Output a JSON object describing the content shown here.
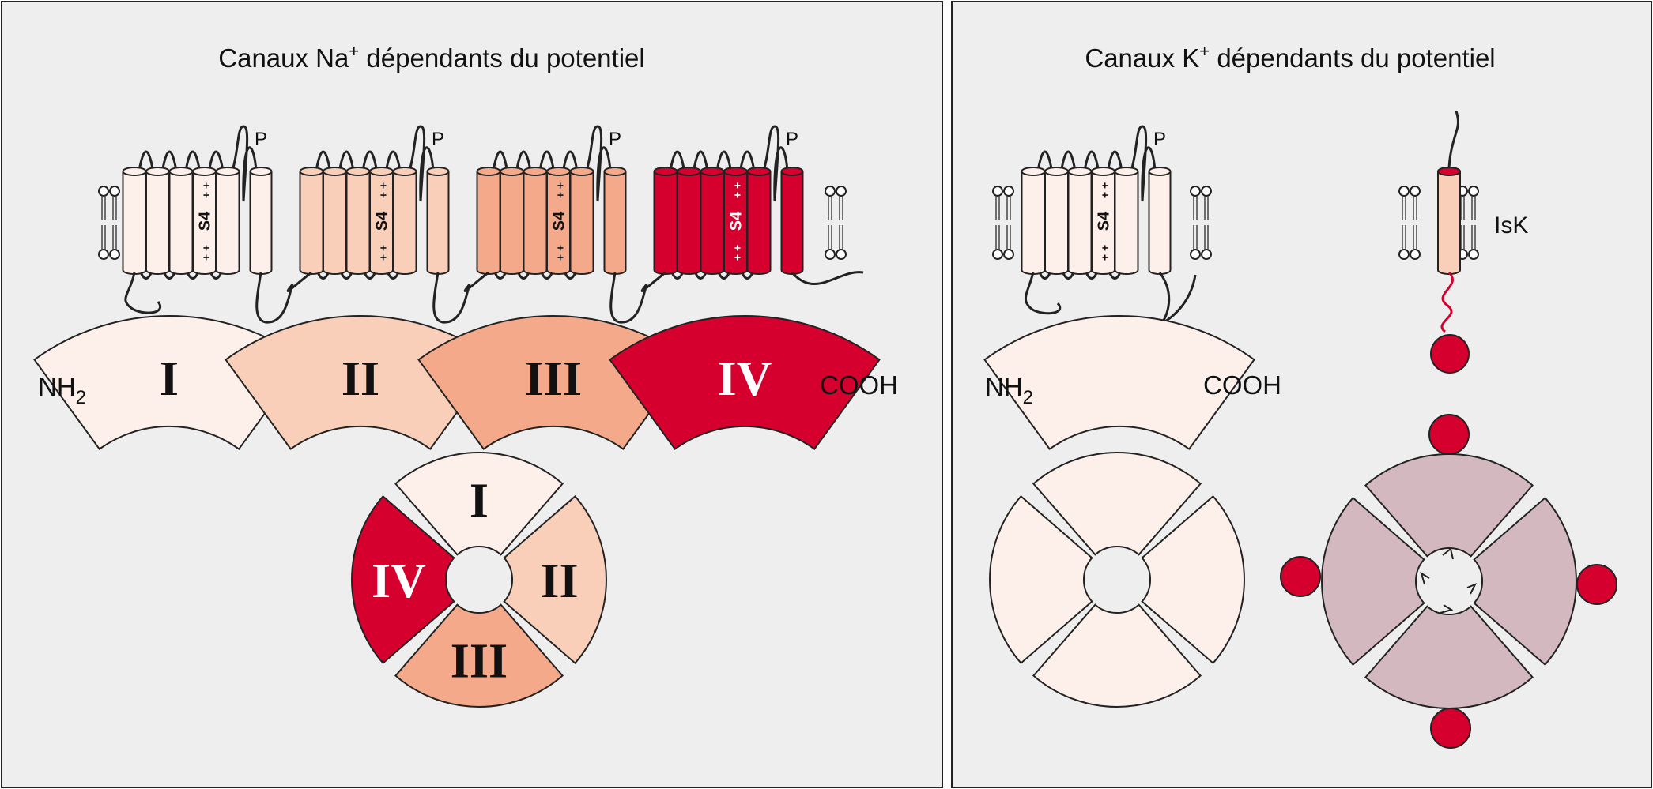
{
  "colors": {
    "panel_bg": "#eeeeee",
    "shade1": "#fdf0ea",
    "shade2": "#f9cfba",
    "shade3": "#f4a98a",
    "shade4": "#d6002e",
    "isk_accent": "#d6002e",
    "tetramer_mauve": "#d3b8bf",
    "outline": "#222222"
  },
  "na_panel": {
    "title_pre": "Canaux Na",
    "title_sup": "+",
    "title_post": " dépendants du potentiel",
    "p_label": "P",
    "s4_label": "S4",
    "charge_label": "+ +",
    "domains": [
      "I",
      "II",
      "III",
      "IV"
    ],
    "nh2_label": "NH",
    "nh2_sub": "2",
    "cooh_label": "COOH",
    "ring_labels": [
      "I",
      "II",
      "III",
      "IV"
    ]
  },
  "k_panel": {
    "title_pre": "Canaux K",
    "title_sup": "+",
    "title_post": " dépendants du potentiel",
    "p_label": "P",
    "s4_label": "S4",
    "charge_label": "+ +",
    "nh2_label": "NH",
    "nh2_sub": "2",
    "cooh_label": "COOH",
    "isk_label": "IsK"
  }
}
